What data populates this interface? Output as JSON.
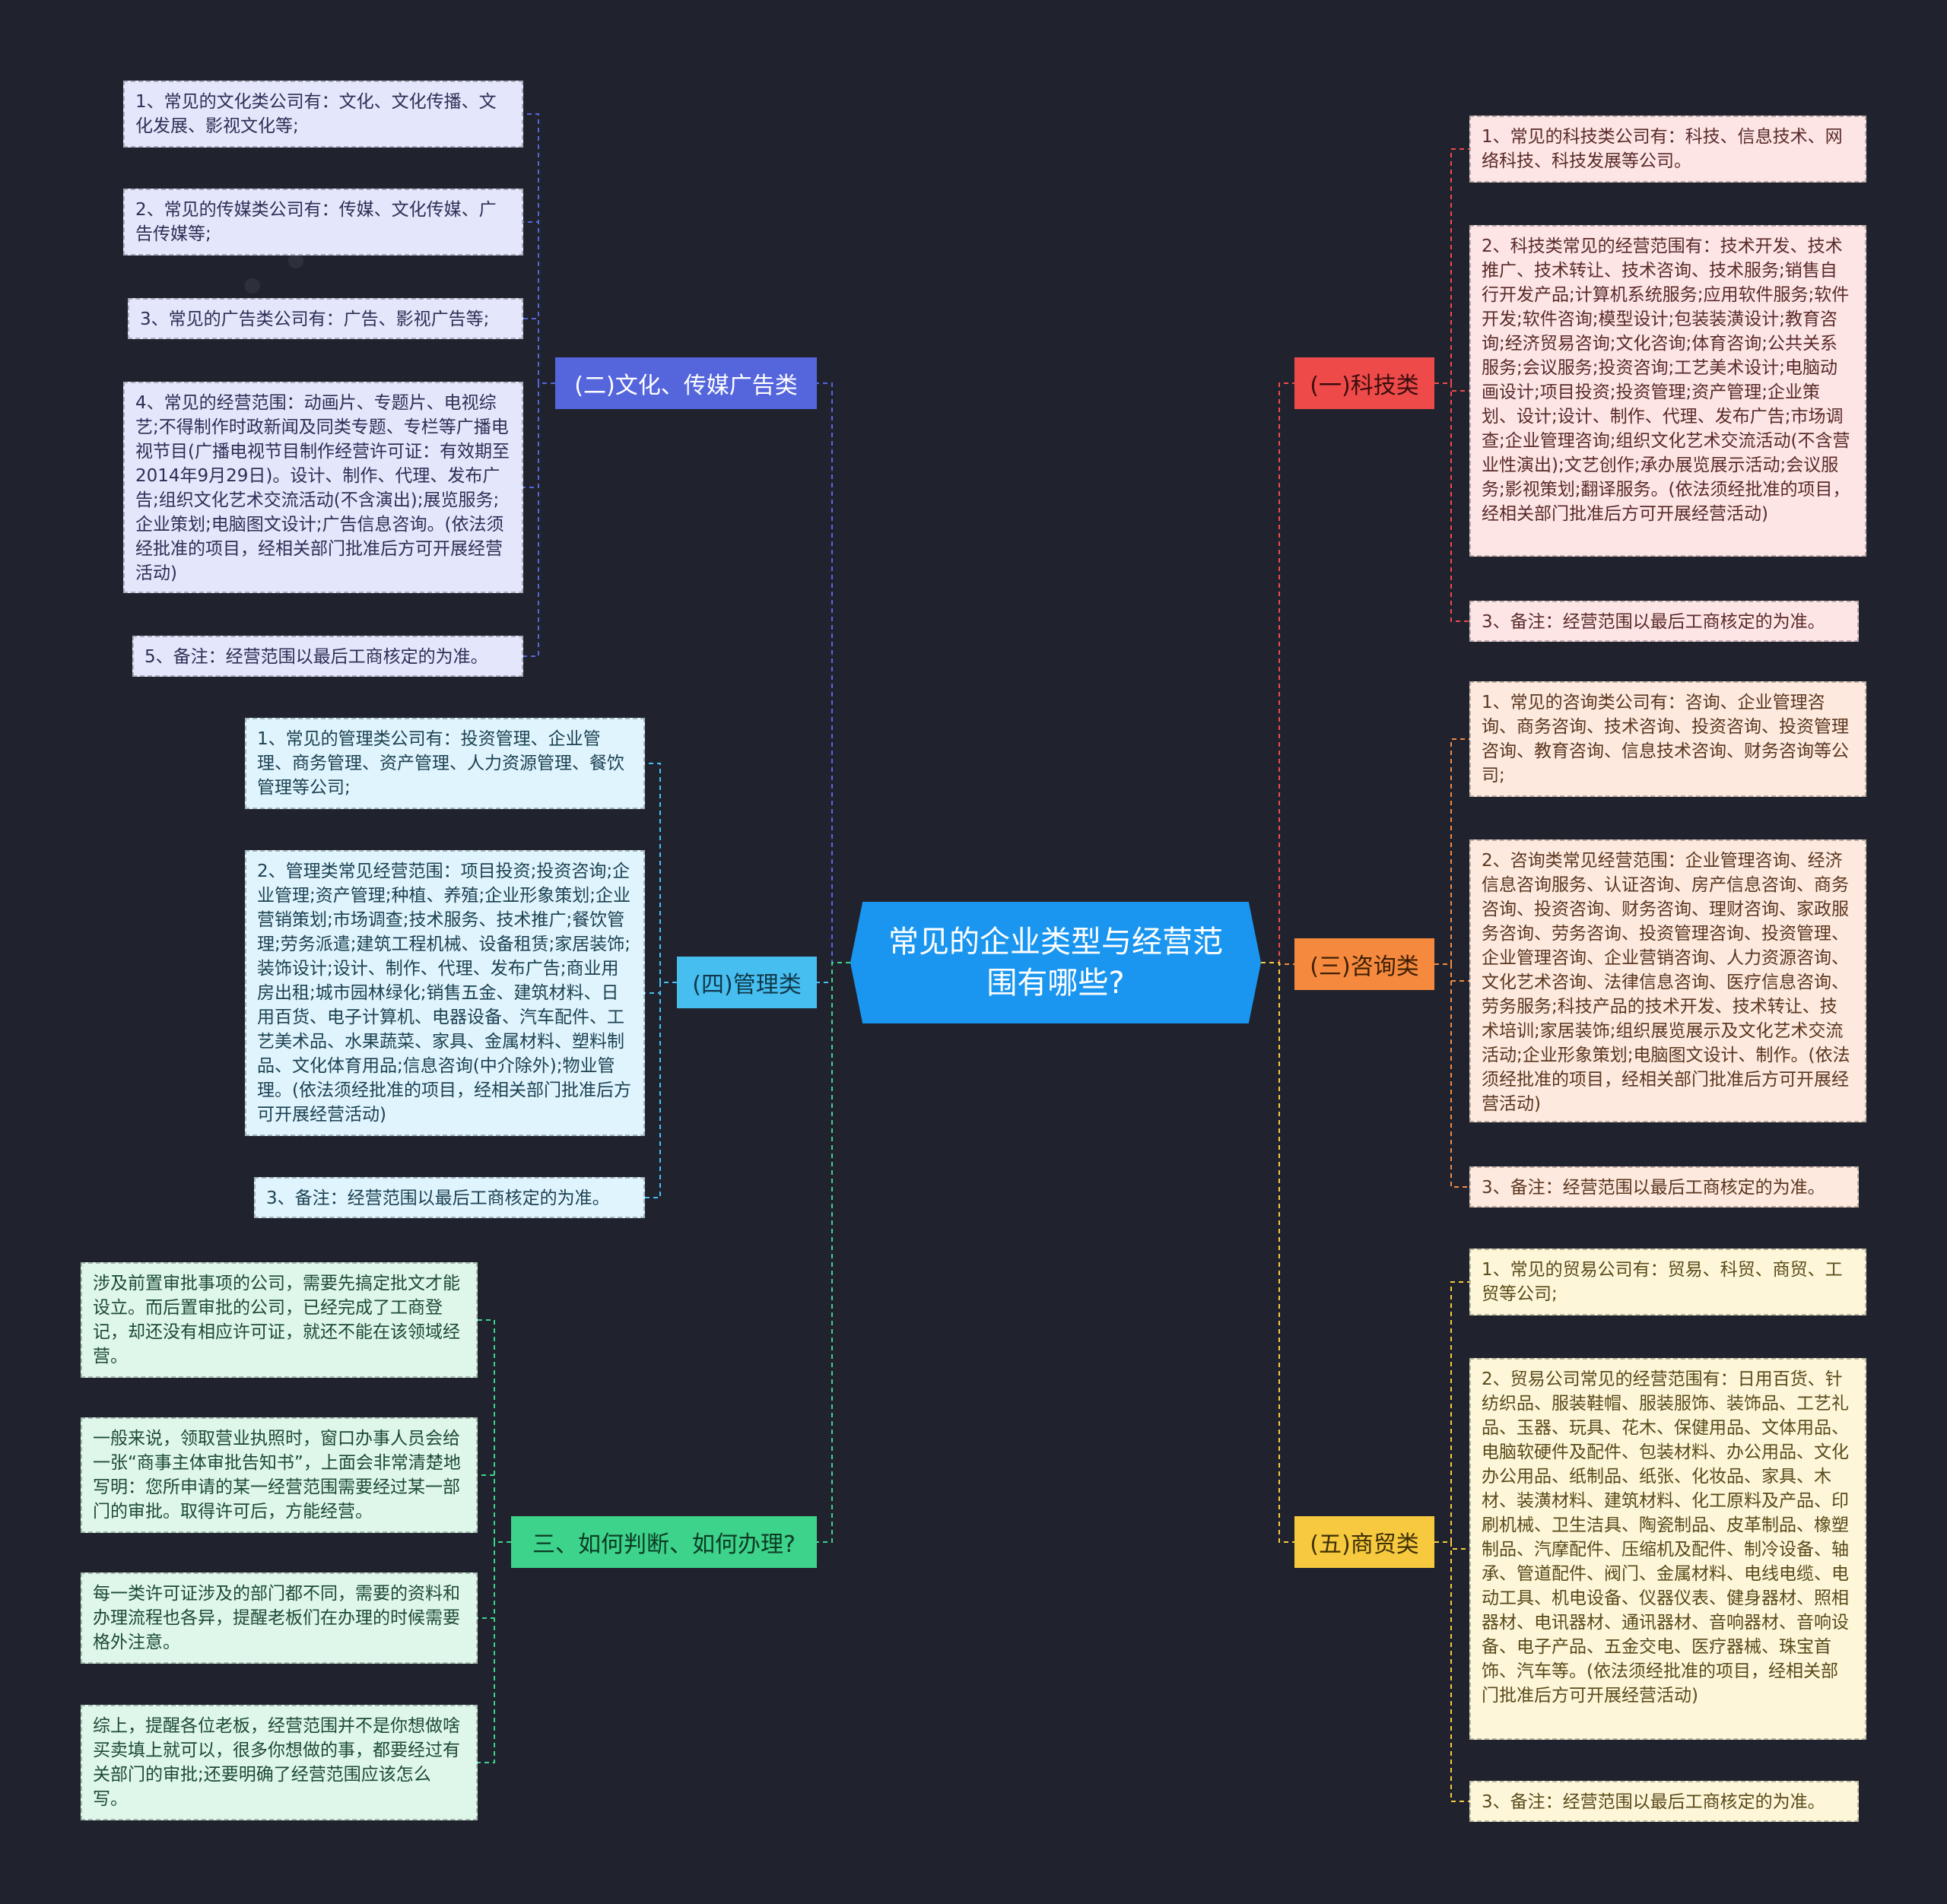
{
  "colors": {
    "background": "#20232e",
    "root": "#1a96f0",
    "tech": "#ee4a4a",
    "consult": "#f58a3e",
    "trade": "#f7c93e",
    "media": "#5566dd",
    "management": "#46bff0",
    "judge": "#3dd38b"
  },
  "root": {
    "title": "常见的企业类型与经营范围有哪些?"
  },
  "branches": {
    "tech": {
      "label": "(一)科技类",
      "items": [
        "1、常见的科技类公司有：科技、信息技术、网络科技、科技发展等公司。",
        "2、科技类常见的经营范围有：技术开发、技术推广、技术转让、技术咨询、技术服务;销售自行开发产品;计算机系统服务;应用软件服务;软件开发;软件咨询;模型设计;包装装潢设计;教育咨询;经济贸易咨询;文化咨询;体育咨询;公共关系服务;会议服务;投资咨询;工艺美术设计;电脑动画设计;项目投资;投资管理;资产管理;企业策划、设计;设计、制作、代理、发布广告;市场调查;企业管理咨询;组织文化艺术交流活动(不含营业性演出);文艺创作;承办展览展示活动;会议服务;影视策划;翻译服务。(依法须经批准的项目，经相关部门批准后方可开展经营活动)",
        "3、备注：经营范围以最后工商核定的为准。"
      ]
    },
    "consult": {
      "label": "(三)咨询类",
      "items": [
        "1、常见的咨询类公司有：咨询、企业管理咨询、商务咨询、技术咨询、投资咨询、投资管理咨询、教育咨询、信息技术咨询、财务咨询等公司;",
        "2、咨询类常见经营范围：企业管理咨询、经济信息咨询服务、认证咨询、房产信息咨询、商务咨询、投资咨询、财务咨询、理财咨询、家政服务咨询、劳务咨询、投资管理咨询、投资管理、企业管理咨询、企业营销咨询、人力资源咨询、文化艺术咨询、法律信息咨询、医疗信息咨询、劳务服务;科技产品的技术开发、技术转让、技术培训;家居装饰;组织展览展示及文化艺术交流活动;企业形象策划;电脑图文设计、制作。(依法须经批准的项目，经相关部门批准后方可开展经营活动)",
        "3、备注：经营范围以最后工商核定的为准。"
      ]
    },
    "trade": {
      "label": "(五)商贸类",
      "items": [
        "1、常见的贸易公司有：贸易、科贸、商贸、工贸等公司;",
        "2、贸易公司常见的经营范围有：日用百货、针纺织品、服装鞋帽、服装服饰、装饰品、工艺礼品、玉器、玩具、花木、保健用品、文体用品、电脑软硬件及配件、包装材料、办公用品、文化办公用品、纸制品、纸张、化妆品、家具、木材、装潢材料、建筑材料、化工原料及产品、印刷机械、卫生洁具、陶瓷制品、皮革制品、橡塑制品、汽摩配件、压缩机及配件、制冷设备、轴承、管道配件、阀门、金属材料、电线电缆、电动工具、机电设备、仪器仪表、健身器材、照相器材、电讯器材、通讯器材、音响器材、音响设备、电子产品、五金交电、医疗器械、珠宝首饰、汽车等。(依法须经批准的项目，经相关部门批准后方可开展经营活动)",
        "3、备注：经营范围以最后工商核定的为准。"
      ]
    },
    "media": {
      "label": "(二)文化、传媒广告类",
      "items": [
        "1、常见的文化类公司有：文化、文化传播、文化发展、影视文化等;",
        "2、常见的传媒类公司有：传媒、文化传媒、广告传媒等;",
        "3、常见的广告类公司有：广告、影视广告等;",
        "4、常见的经营范围：动画片、专题片、电视综艺;不得制作时政新闻及同类专题、专栏等广播电视节目(广播电视节目制作经营许可证：有效期至2014年9月29日)。设计、制作、代理、发布广告;组织文化艺术交流活动(不含演出);展览服务;企业策划;电脑图文设计;广告信息咨询。(依法须经批准的项目，经相关部门批准后方可开展经营活动)",
        "5、备注：经营范围以最后工商核定的为准。"
      ]
    },
    "management": {
      "label": "(四)管理类",
      "items": [
        "1、常见的管理类公司有：投资管理、企业管理、商务管理、资产管理、人力资源管理、餐饮管理等公司;",
        "2、管理类常见经营范围：项目投资;投资咨询;企业管理;资产管理;种植、养殖;企业形象策划;企业营销策划;市场调查;技术服务、技术推广;餐饮管理;劳务派遣;建筑工程机械、设备租赁;家居装饰;装饰设计;设计、制作、代理、发布广告;商业用房出租;城市园林绿化;销售五金、建筑材料、日用百货、电子计算机、电器设备、汽车配件、工艺美术品、水果蔬菜、家具、金属材料、塑料制品、文化体育用品;信息咨询(中介除外);物业管理。(依法须经批准的项目，经相关部门批准后方可开展经营活动)",
        "3、备注：经营范围以最后工商核定的为准。"
      ]
    },
    "judge": {
      "label": "三、如何判断、如何办理?",
      "items": [
        "涉及前置审批事项的公司，需要先搞定批文才能设立。而后置审批的公司，已经完成了工商登记，却还没有相应许可证，就还不能在该领域经营。",
        "一般来说，领取营业执照时，窗口办事人员会给一张“商事主体审批告知书”，上面会非常清楚地写明：您所申请的某一经营范围需要经过某一部门的审批。取得许可后，方能经营。",
        "每一类许可证涉及的部门都不同，需要的资料和办理流程也各异，提醒老板们在办理的时候需要格外注意。",
        "综上，提醒各位老板，经营范围并不是你想做啥买卖填上就可以，很多你想做的事，都要经过有关部门的审批;还要明确了经营范围应该怎么写。"
      ]
    }
  }
}
